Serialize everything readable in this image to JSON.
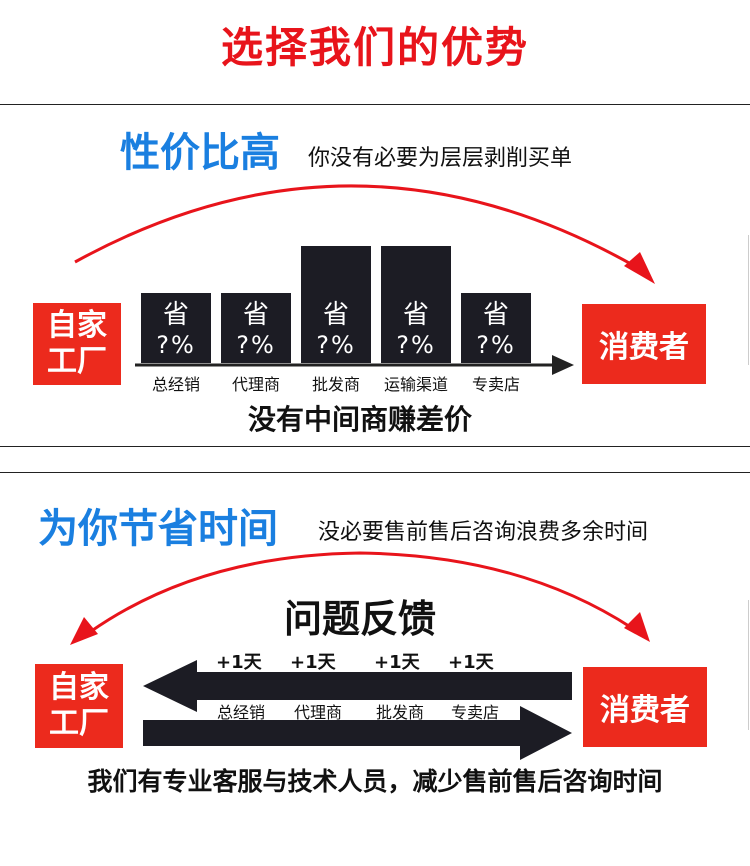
{
  "title": "选择我们的优势",
  "section1": {
    "heading": "性价比高",
    "subtitle": "你没有必要为层层剥削买单",
    "left_box": "自家\n工厂",
    "right_box": "消费者",
    "bars": [
      {
        "top": "省",
        "bottom": "?%",
        "label": "总经销"
      },
      {
        "top": "省",
        "bottom": "?%",
        "label": "代理商"
      },
      {
        "top": "省",
        "bottom": "?%",
        "label": "批发商"
      },
      {
        "top": "省",
        "bottom": "?%",
        "label": "运输渠道"
      },
      {
        "top": "省",
        "bottom": "?%",
        "label": "专卖店"
      }
    ],
    "caption": "没有中间商赚差价"
  },
  "section2": {
    "heading": "为你节省时间",
    "subtitle": "没必要售前售后咨询浪费多余时间",
    "feedback": "问题反馈",
    "left_box": "自家\n工厂",
    "right_box": "消费者",
    "plus": [
      "+1天",
      "+1天",
      "+1天",
      "+1天"
    ],
    "labels": [
      "总经销",
      "代理商",
      "批发商",
      "专卖店"
    ],
    "caption": "我们有专业客服与技术人员，减少售前售后咨询时间"
  },
  "colors": {
    "red": "#ec2a1d",
    "blue": "#1a7fe0",
    "dark": "#1c1c24"
  }
}
